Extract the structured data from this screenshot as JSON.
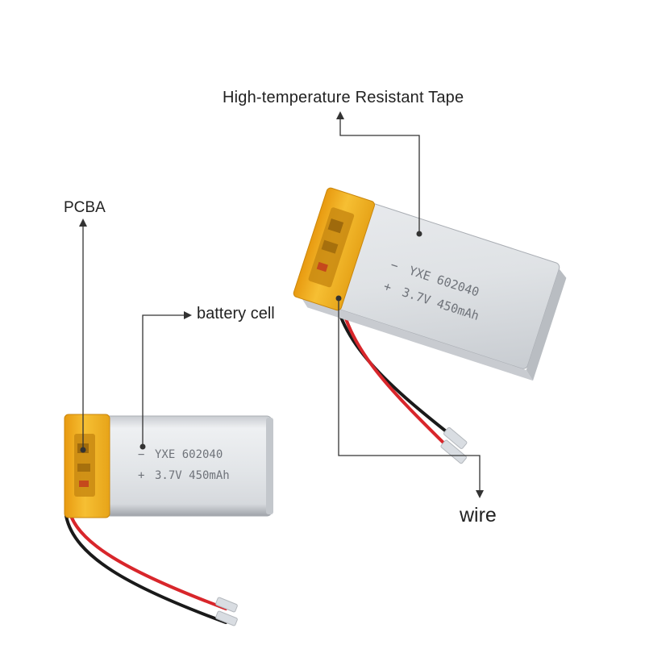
{
  "labels": {
    "tape": "High-temperature Resistant Tape",
    "pcba": "PCBA",
    "battery_cell": "battery cell",
    "wire": "wire"
  },
  "battery_left": {
    "negative_sign": "−",
    "model": "YXE 602040",
    "positive_sign": "+",
    "rating": "3.7V 450mAh"
  },
  "battery_right": {
    "negative_sign": "−",
    "model": "YXE 602040",
    "positive_sign": "+",
    "rating": "3.7V 450mAh"
  },
  "colors": {
    "background": "#ffffff",
    "cell_silver": "#dcdfe3",
    "tape_yellow": "#f2b221",
    "wire_red": "#d8262b",
    "wire_black": "#1a1a1a",
    "leader_line": "#333333"
  }
}
